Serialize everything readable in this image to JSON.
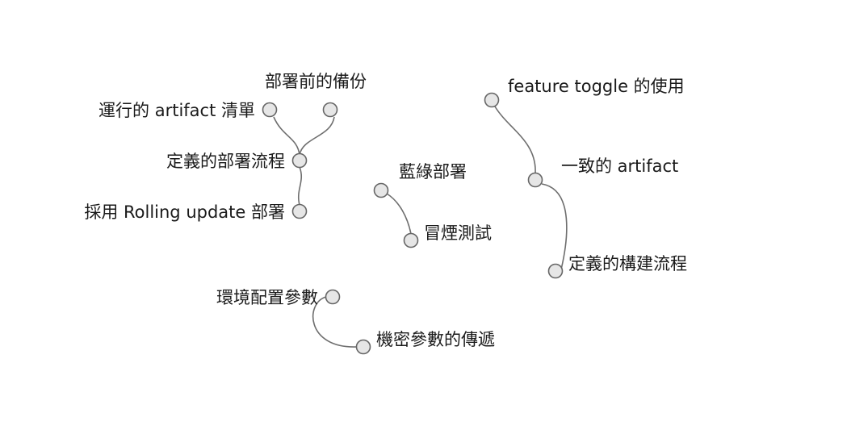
{
  "diagram": {
    "colors": {
      "edge": "#6e6e6e",
      "node_fill": "#e6e6e6",
      "node_stroke": "#666666",
      "label": "#1a1a1a",
      "background": "#ffffff"
    },
    "nodes": [
      {
        "id": "n1",
        "label": "運行的 artifact 清單"
      },
      {
        "id": "n2",
        "label": "部署前的備份"
      },
      {
        "id": "n3",
        "label": "定義的部署流程"
      },
      {
        "id": "n4",
        "label": "採用 Rolling update 部署"
      },
      {
        "id": "n5",
        "label": "藍綠部署"
      },
      {
        "id": "n6",
        "label": "冒煙測試"
      },
      {
        "id": "n7",
        "label": "feature toggle 的使用"
      },
      {
        "id": "n8",
        "label": "一致的 artifact"
      },
      {
        "id": "n9",
        "label": "定義的構建流程"
      },
      {
        "id": "n10",
        "label": "環境配置參數"
      },
      {
        "id": "n11",
        "label": "機密參數的傳遞"
      }
    ],
    "edges": [
      {
        "from": "n1",
        "to": "n3"
      },
      {
        "from": "n2",
        "to": "n3"
      },
      {
        "from": "n3",
        "to": "n4"
      },
      {
        "from": "n5",
        "to": "n6"
      },
      {
        "from": "n7",
        "to": "n8"
      },
      {
        "from": "n8",
        "to": "n9"
      },
      {
        "from": "n10",
        "to": "n11"
      }
    ]
  }
}
